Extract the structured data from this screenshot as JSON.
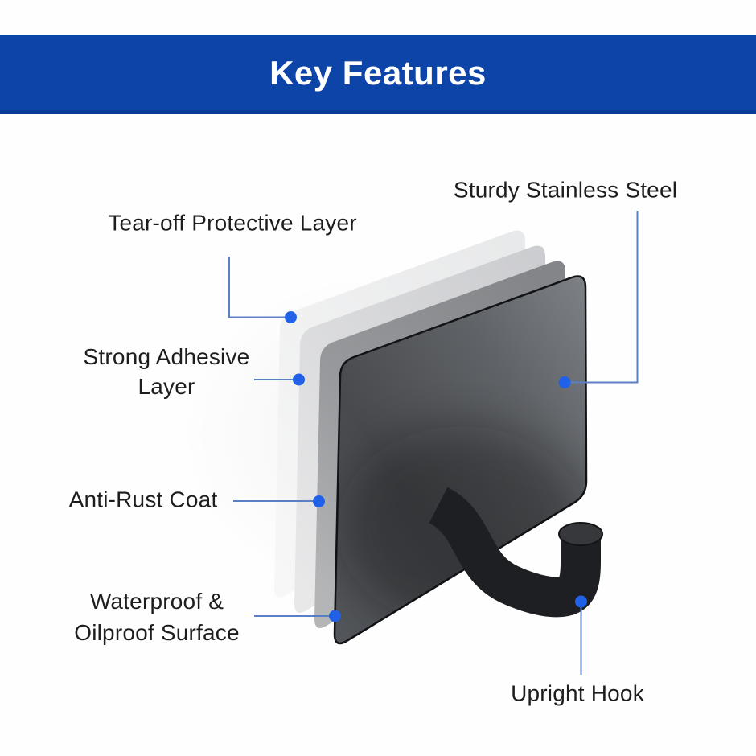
{
  "banner": {
    "title": "Key Features"
  },
  "features": {
    "sturdy": {
      "label": "Sturdy Stainless Steel"
    },
    "tear_off": {
      "label": "Tear-off Protective Layer"
    },
    "adhesive": {
      "line1": "Strong Adhesive",
      "line2": "Layer"
    },
    "anti_rust": {
      "label": "Anti-Rust Coat"
    },
    "waterproof": {
      "line1": "Waterproof &",
      "line2": "Oilproof Surface"
    },
    "hook": {
      "label": "Upright Hook"
    }
  },
  "colors": {
    "banner_blue": "#0c45a7",
    "banner_edge_blue": "#0a3c96",
    "accent_blue": "#2161e8",
    "connector_blue": "#5b7fc4",
    "label_text": "#1d1d1f",
    "protective_layer_gray": "#efeff0",
    "adhesive_layer_gray": "#d8d9db",
    "anti_rust_coat_gray": "#97999c",
    "steel_panel_gray": "#4c4e52",
    "hook_black": "#1e1f22"
  }
}
